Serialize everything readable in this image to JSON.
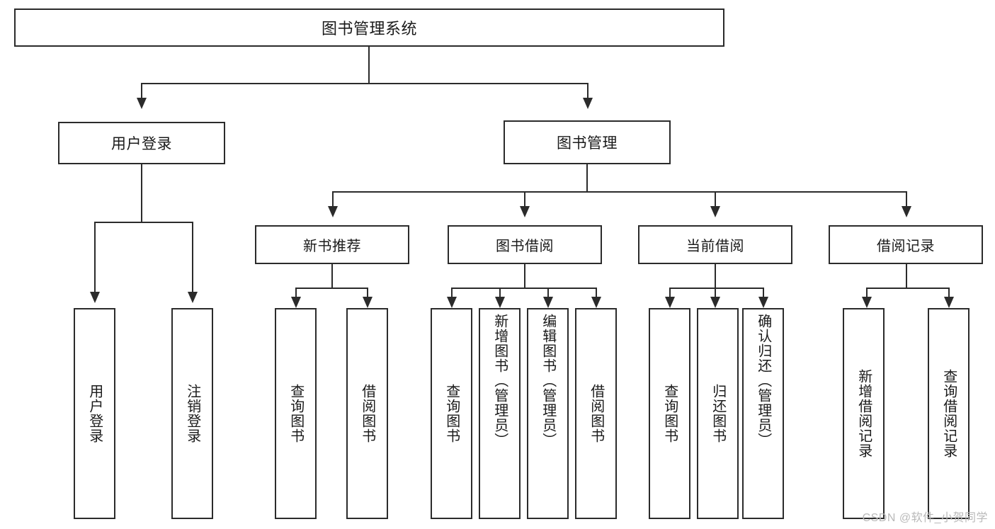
{
  "diagram": {
    "type": "tree-hierarchy-diagram",
    "title": "图书管理系统",
    "root": {
      "label": "图书管理系统"
    },
    "level1": [
      {
        "label": "用户登录"
      },
      {
        "label": "图书管理"
      }
    ],
    "level2": [
      {
        "label": "新书推荐"
      },
      {
        "label": "图书借阅"
      },
      {
        "label": "当前借阅"
      },
      {
        "label": "借阅记录"
      }
    ],
    "leaves": {
      "user_login": [
        {
          "label": "用户登录"
        },
        {
          "label": "注销登录"
        }
      ],
      "new_book_recommend": [
        {
          "label": "查询图书"
        },
        {
          "label": "借阅图书"
        }
      ],
      "book_borrow": [
        {
          "label": "查询图书"
        },
        {
          "label": "新增图书（管理员）"
        },
        {
          "label": "编辑图书（管理员）"
        },
        {
          "label": "借阅图书"
        }
      ],
      "current_borrow": [
        {
          "label": "查询图书"
        },
        {
          "label": "归还图书"
        },
        {
          "label": "确认归还（管理员）"
        }
      ],
      "borrow_record": [
        {
          "label": "新增借阅记录"
        },
        {
          "label": "查询借阅记录"
        }
      ]
    }
  },
  "watermark": {
    "text": "CSDN @软件_小贺同学"
  },
  "colors": {
    "border": "#2b2b2b",
    "text": "#1a1a1a",
    "background": "#ffffff",
    "watermark": "#b9b9b9"
  }
}
